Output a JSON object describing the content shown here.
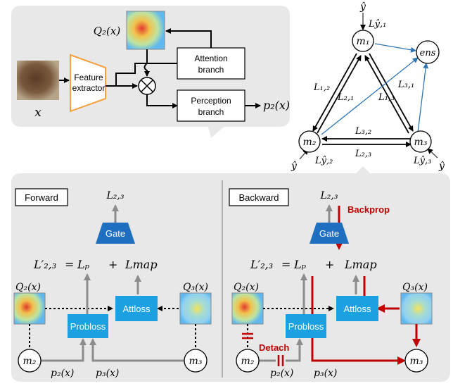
{
  "top_panel": {
    "input_label": "x",
    "map_label": "Q₂(x)",
    "feature_extractor": [
      "Feature",
      "extractor"
    ],
    "attention_branch": [
      "Attention",
      "branch"
    ],
    "perception_branch": [
      "Perception",
      "branch"
    ],
    "output_label": "p₂(x)"
  },
  "graph": {
    "nodes": {
      "m1": "m₁",
      "m2": "m₂",
      "m3": "m₃",
      "ens": "ens"
    },
    "y_hat": "ŷ",
    "losses": {
      "l12": "L₁,₂",
      "l21": "L₂,₁",
      "l13": "L₁,₃",
      "l31": "L₃,₁",
      "l32": "L₃,₂",
      "l23": "L₂,₃",
      "ly1": "Lŷ,₁",
      "ly2": "Lŷ,₂",
      "ly3": "Lŷ,₃"
    }
  },
  "forward": {
    "title": "Forward",
    "top_loss": "L₂,₃",
    "gate": "Gate",
    "equation": {
      "lhs": "L′₂,₃",
      "eq": "=",
      "lp": "Lₚ",
      "plus": "+",
      "lmap": "Lmap"
    },
    "q2": "Q₂(x)",
    "q3": "Q₃(x)",
    "probloss": "Probloss",
    "attloss": "Attloss",
    "m2": "m₂",
    "m3": "m₃",
    "p2": "p₂(x)",
    "p3": "p₃(x)"
  },
  "backward": {
    "title": "Backward",
    "top_loss": "L₂,₃",
    "backprop": "Backprop",
    "gate": "Gate",
    "equation": {
      "lhs": "L′₂,₃",
      "eq": "=",
      "lp": "Lₚ",
      "plus": "+",
      "lmap": "Lmap"
    },
    "q2": "Q₂(x)",
    "q3": "Q₃(x)",
    "probloss": "Probloss",
    "attloss": "Attloss",
    "detach": "Detach",
    "m2": "m₂",
    "m3": "m₃",
    "p2": "p₂(x)",
    "p3": "p₃(x)"
  },
  "colors": {
    "panel_bg": "#e8e8e8",
    "accent_blue": "#1ba1e2",
    "gate_blue": "#1e6fc0",
    "feature_orange": "#f5a040",
    "red": "#c00000",
    "gray_arrow": "#8c8c8c",
    "ens_edge": "#2e75b6"
  }
}
